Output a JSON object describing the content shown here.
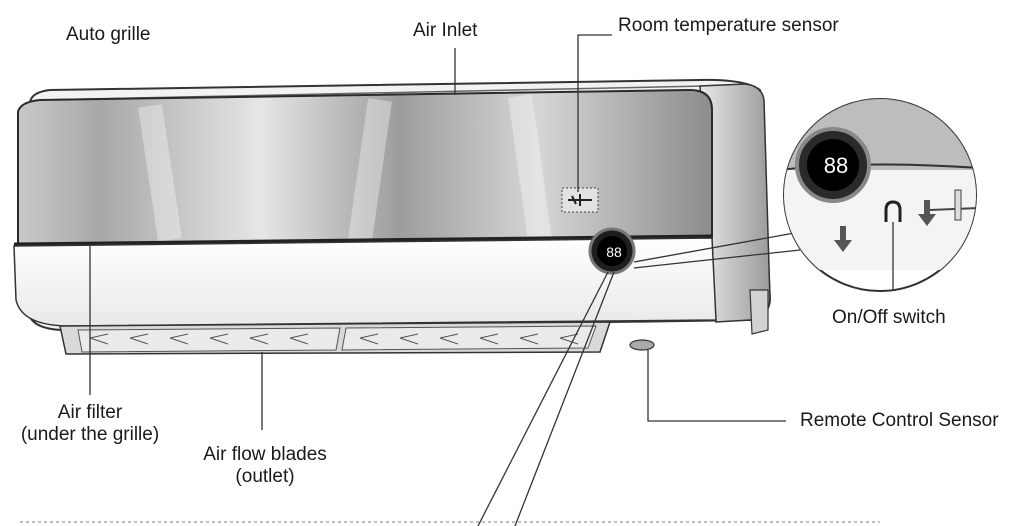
{
  "labels": {
    "auto_grille": "Auto grille",
    "air_inlet": "Air Inlet",
    "room_temperature_sensor": "Room temperature sensor",
    "air_filter_line1": "Air filter",
    "air_filter_line2": "(under the grille)",
    "air_flow_blades_line1": "Air flow blades",
    "air_flow_blades_line2": "(outlet)",
    "on_off_switch": "On/Off switch",
    "remote_control_sensor": "Remote Control Sensor"
  },
  "display": {
    "digits": "88"
  }
}
